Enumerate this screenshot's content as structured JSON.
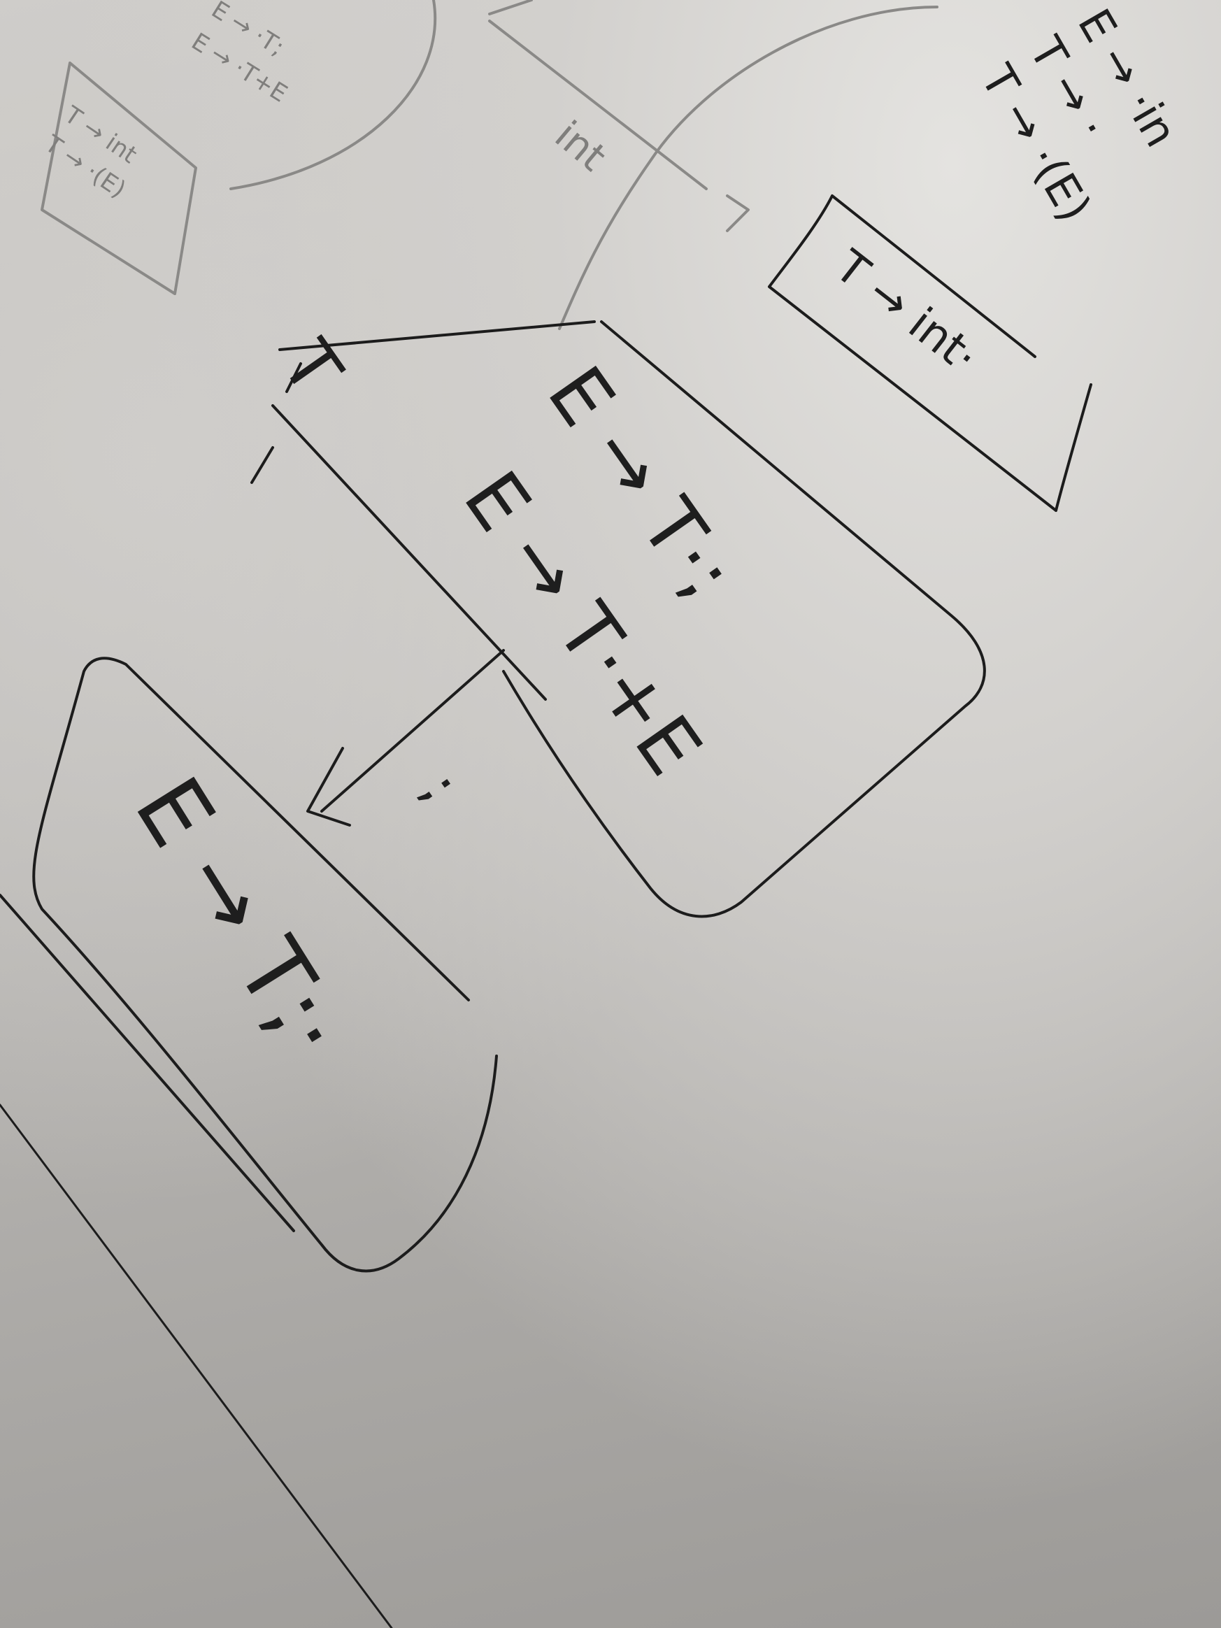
{
  "diagram": {
    "main_state": {
      "lines": [
        "E → T·;",
        "E → T·+E"
      ]
    },
    "next_state": {
      "lines": [
        "E → T;·"
      ]
    },
    "int_state": {
      "lines": [
        "T → int·"
      ]
    },
    "corner_state": {
      "lines": [
        "T → int",
        "T → ·(E)"
      ]
    },
    "partial_state": {
      "lines": [
        "E → ·T;",
        "E → ·T+E"
      ]
    },
    "top_right_items": {
      "lines": [
        "E → ·in",
        "T → ·",
        "T → ·(E)"
      ]
    },
    "edge_labels": {
      "int": "int",
      "T": "T",
      "semicolon": ";"
    }
  }
}
